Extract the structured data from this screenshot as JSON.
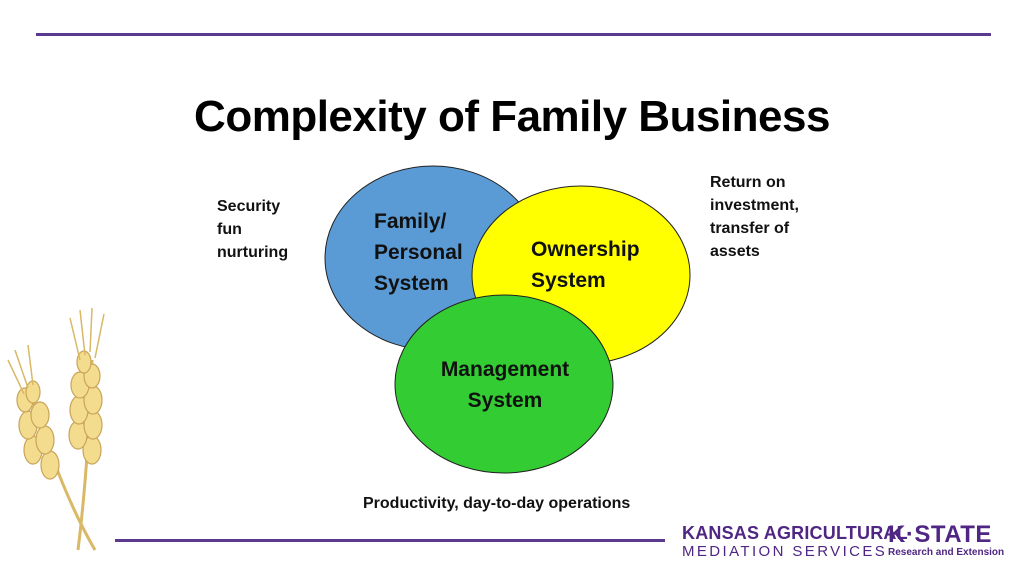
{
  "slide": {
    "title": "Complexity of Family Business",
    "notes": {
      "left": [
        "Security",
        "fun",
        "nurturing"
      ],
      "right": [
        "Return on",
        "investment,",
        "transfer of",
        "assets"
      ],
      "bottom": "Productivity, day-to-day operations"
    },
    "circles": {
      "family": {
        "lines": [
          "Family/",
          "Personal",
          "System"
        ],
        "color": "#5b9bd5"
      },
      "ownership": {
        "lines": [
          "Ownership",
          "System"
        ],
        "color": "#ffff00"
      },
      "management": {
        "lines": [
          "Management",
          "System"
        ],
        "color": "#33cc33"
      }
    }
  },
  "branding": {
    "kams_line1": "KANSAS AGRICULTURAL",
    "kams_line2": "MEDIATION SERVICES",
    "kstate_line1": "K·STATE",
    "kstate_line2": "Research and Extension",
    "accent": "#5b3a8e"
  }
}
